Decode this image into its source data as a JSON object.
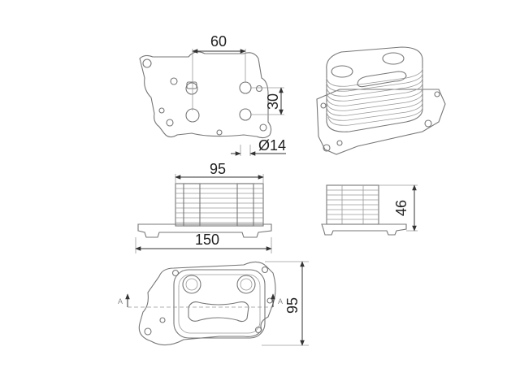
{
  "dimensions": {
    "top_width": "60",
    "top_height": "30",
    "hole_diameter": "Ø14",
    "side_width": "95",
    "base_length": "150",
    "side_height": "46",
    "bottom_height": "95"
  },
  "section": {
    "left_label": "A",
    "right_label": "A"
  }
}
